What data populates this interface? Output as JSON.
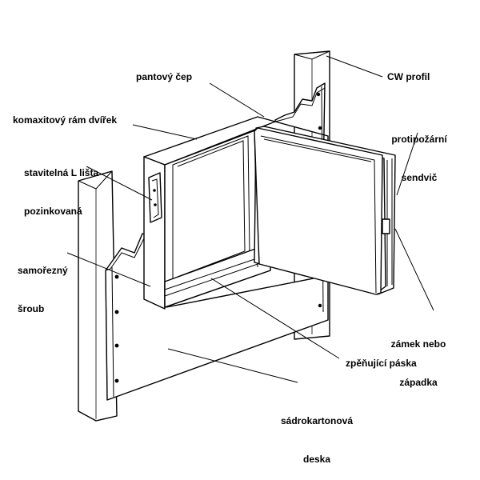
{
  "labels": {
    "pantovy_cep": "pantový čep",
    "cw_profil": "CW profil",
    "komaxitovy_ram": "komaxitový rám dvířek",
    "protipozarni_line1": "protipožární",
    "protipozarni_line2": "sendvič",
    "stavitelna_line1": "stavitelná L lišta",
    "stavitelna_line2": "pozinkovaná",
    "samorezny_line1": "samořezný",
    "samorezny_line2": "šroub",
    "zamek_line1": "zámek nebo",
    "zamek_line2": "západka",
    "zpenujici_paska": "zpěňující páska",
    "sadrokartonova_line1": "sádrokartonová",
    "sadrokartonova_line2": "deska"
  }
}
